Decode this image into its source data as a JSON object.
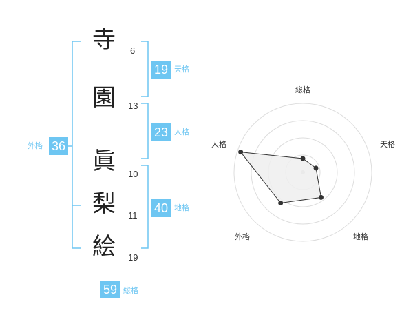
{
  "name": {
    "chars": [
      {
        "char": "寺",
        "strokes": "6"
      },
      {
        "char": "園",
        "strokes": "13"
      },
      {
        "char": "眞",
        "strokes": "10"
      },
      {
        "char": "梨",
        "strokes": "11"
      },
      {
        "char": "絵",
        "strokes": "19"
      }
    ]
  },
  "kakusu": {
    "tenkaku": {
      "value": "19",
      "label": "天格"
    },
    "jinkaku": {
      "value": "23",
      "label": "人格"
    },
    "chikaku": {
      "value": "40",
      "label": "地格"
    },
    "gaikaku": {
      "value": "36",
      "label": "外格"
    },
    "soukaku": {
      "value": "59",
      "label": "総格"
    }
  },
  "colors": {
    "accent": "#6ec6f2",
    "text": "#222222",
    "radar_fill": "#eeeeee",
    "radar_line": "#333333",
    "ring": "#dddddd"
  },
  "chart_data": {
    "type": "radar",
    "axes": [
      "総格",
      "天格",
      "地格",
      "外格",
      "人格"
    ],
    "values": [
      0.2,
      0.2,
      0.45,
      0.55,
      0.95
    ],
    "max": 1
  }
}
